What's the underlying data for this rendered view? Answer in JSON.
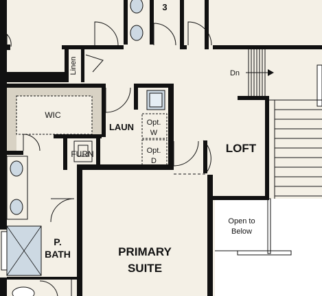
{
  "floor_plan": {
    "rooms": {
      "bedroom_number": "3",
      "linen": "Linen",
      "wic": "WIC",
      "laun": "LAUN",
      "opt_w_line1": "Opt.",
      "opt_w_line2": "W",
      "opt_d_line1": "Opt.",
      "opt_d_line2": "D",
      "furn": "FURN",
      "loft": "LOFT",
      "dn": "Dn",
      "open_line1": "Open to",
      "open_line2": "Below",
      "pbath_line1": "P.",
      "pbath_line2": "BATH",
      "primary_line1": "PRIMARY",
      "primary_line2": "SUITE"
    },
    "colors": {
      "floor": "#f4f0e6",
      "wall": "#111111",
      "fixture": "#cdd9e3",
      "closet_band": "#d8d2c4",
      "open_area": "#ffffff"
    }
  }
}
